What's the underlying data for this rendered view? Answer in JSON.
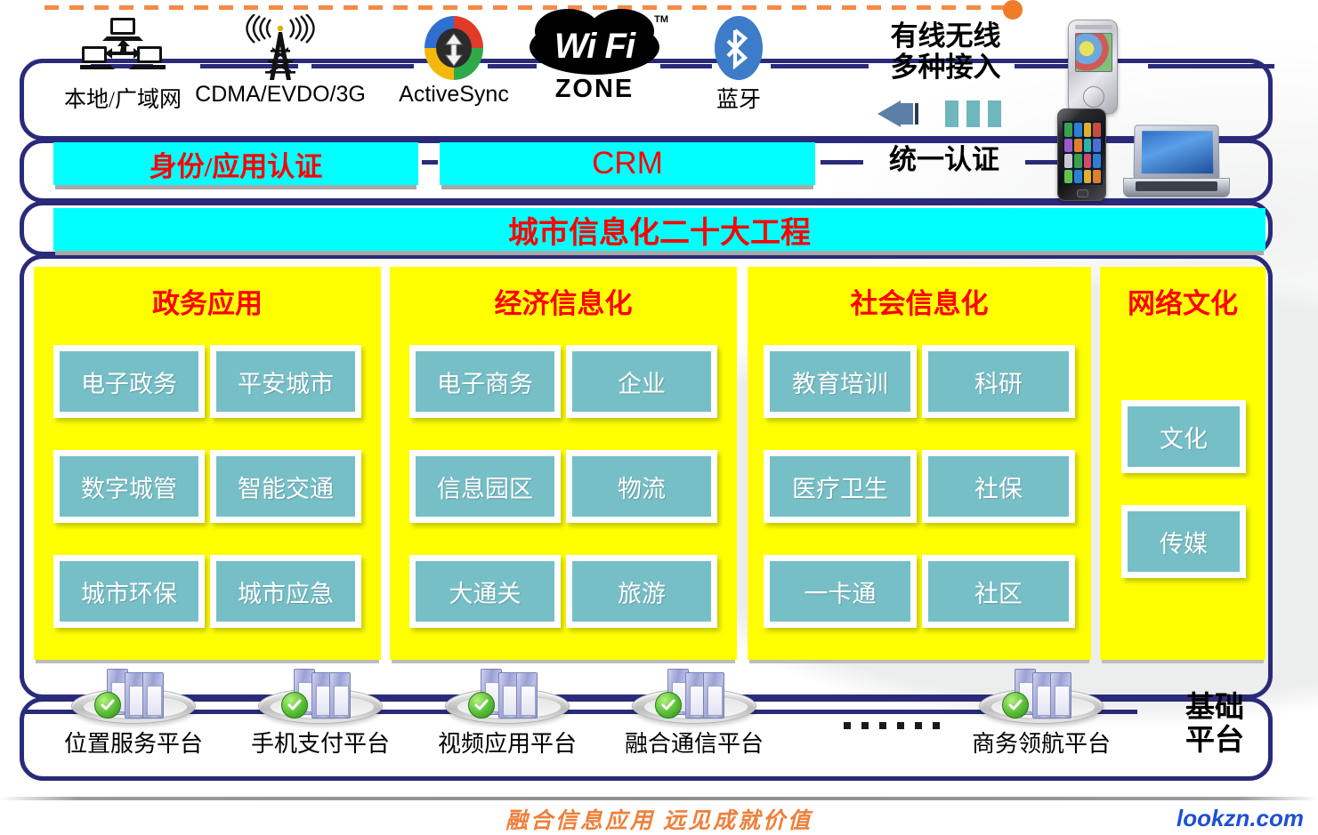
{
  "decor": {
    "dashed_rule_color": "#f58a46",
    "dot_color": "#f07c28",
    "frame_color": "#2a2a7a",
    "cyan": "#00ffff",
    "yellow": "#ffff00",
    "teal": "#77bfc7",
    "red": "#ff0000"
  },
  "access_layer": {
    "nodes": [
      {
        "icon": "computers-network-icon",
        "label": "本地/广域网"
      },
      {
        "icon": "radio-tower-icon",
        "label": "CDMA/EVDO/3G"
      },
      {
        "icon": "activesync-icon",
        "label": "ActiveSync"
      },
      {
        "icon": "wifi-zone-icon",
        "label": "",
        "logo_text": "Wi Fi",
        "logo_sub": "ZONE",
        "tm": "TM"
      },
      {
        "icon": "bluetooth-icon",
        "label": "蓝牙"
      }
    ],
    "note_line1": "有线无线",
    "note_line2": "多种接入"
  },
  "auth_layer": {
    "identity_box": "身份/应用认证",
    "crm_box": "CRM",
    "note": "统一认证"
  },
  "program_layer": {
    "title": "城市信息化二十大工程"
  },
  "domains": [
    {
      "title": "政务应用",
      "cells": [
        "电子政务",
        "平安城市",
        "数字城管",
        "智能交通",
        "城市环保",
        "城市应急"
      ]
    },
    {
      "title": "经济信息化",
      "cells": [
        "电子商务",
        "企业",
        "信息园区",
        "物流",
        "大通关",
        "旅游"
      ]
    },
    {
      "title": "社会信息化",
      "cells": [
        "教育培训",
        "科研",
        "医疗卫生",
        "社保",
        "一卡通",
        "社区"
      ]
    },
    {
      "title": "网络文化",
      "cells": [
        "文化",
        "传媒"
      ]
    }
  ],
  "platform_layer": {
    "items": [
      "位置服务平台",
      "手机支付平台",
      "视频应用平台",
      "融合通信平台",
      "商务领航平台"
    ],
    "ellipsis": "……",
    "note_line1": "基础",
    "note_line2": "平台"
  },
  "footer": {
    "slogan": "融合信息应用  远见成就价值",
    "brand": "lookzn.com"
  }
}
